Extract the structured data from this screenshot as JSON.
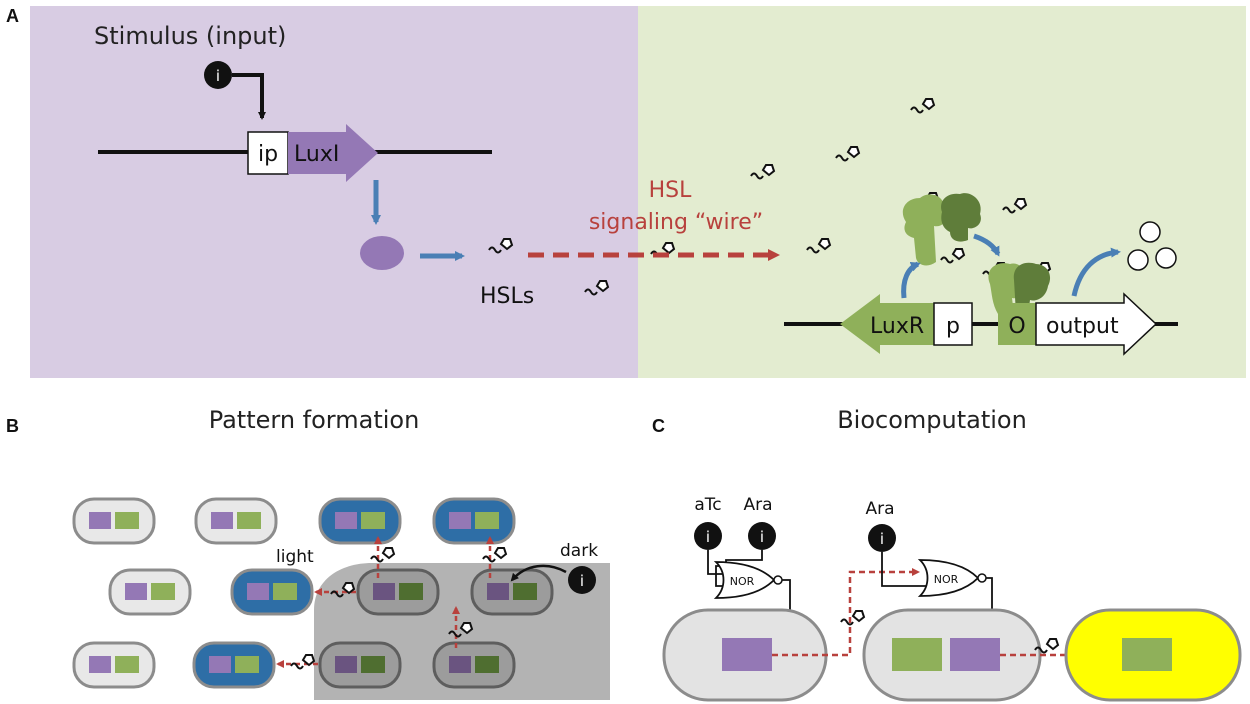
{
  "panel_a": {
    "letter": "A",
    "stimulus_label": "Stimulus (input)",
    "inducer_symbol": "i",
    "promoter_label": "ip",
    "synthase_label": "LuxI",
    "hsl_group_label": "HSLs",
    "wire_label_line1": "HSL",
    "wire_label_line2": "signaling “wire”",
    "receptor_label": "LuxR",
    "receptor_promoter_label": "p",
    "operator_label": "O",
    "output_label": "output",
    "colors": {
      "sender_bg": "#d8cce3",
      "receiver_bg": "#e3ecd0",
      "hsl_wire": "#b8413d",
      "arrow": "#4a7fb5"
    }
  },
  "panel_b": {
    "letter": "B",
    "title": "Pattern formation",
    "light_label": "light",
    "dark_label": "dark",
    "inducer_symbol": "i"
  },
  "panel_c": {
    "letter": "C",
    "title": "Biocomputation",
    "input1_label": "aTc",
    "input2_label": "Ara",
    "input3_label": "Ara",
    "gate1_label": "NOR",
    "gate2_label": "NOR",
    "inducer_symbol": "i"
  }
}
